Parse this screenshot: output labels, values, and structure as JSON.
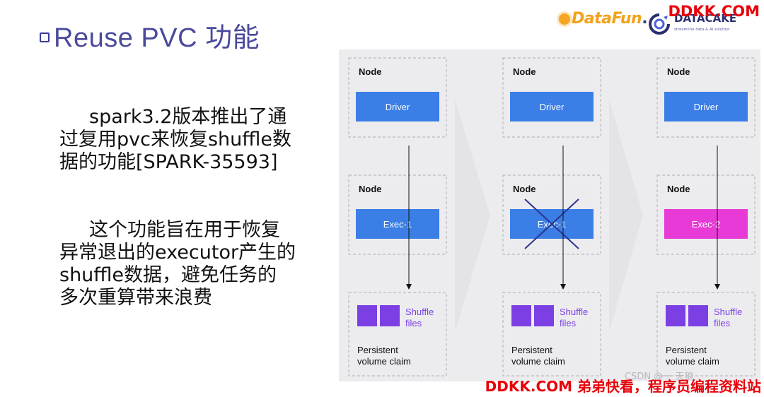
{
  "slide": {
    "title": "Reuse PVC 功能",
    "paragraph1_lines": [
      "spark3.2版本推出了通",
      "过复用pvc来恢复shuffle数",
      "据的功能[SPARK-35593]"
    ],
    "paragraph2_lines": [
      "这个功能旨在用于恢复",
      "异常退出的executor产生的",
      "shuffle数据，避免任务的",
      "多次重算带来浪费"
    ]
  },
  "logos": {
    "datafun": "DataFun",
    "datacake": "DATACAKE",
    "datacake_tagline": "streamline data & AI solution"
  },
  "watermarks": {
    "top": "DDKK.COM",
    "bottom": "DDKK.COM 弟弟快看，程序员编程资料站",
    "faint": "CSDN @一 天狼"
  },
  "diagram": {
    "node_label": "Node",
    "columns": [
      {
        "driver": "Driver",
        "executor": "Exec-1",
        "executor_color": "#3a7ee6",
        "executor_crossed": false
      },
      {
        "driver": "Driver",
        "executor": "Exec-1",
        "executor_color": "#3a7ee6",
        "executor_crossed": true
      },
      {
        "driver": "Driver",
        "executor": "Exec-2",
        "executor_color": "#e83ad6",
        "executor_crossed": false
      }
    ],
    "shuffle_label_line1": "Shuffle",
    "shuffle_label_line2": "files",
    "pvc_label_line1": "Persistent",
    "pvc_label_line2": "volume claim",
    "colors": {
      "driver": "#3a7ee6",
      "shuffle_block": "#7b3fe4",
      "shuffle_text": "#7b3fe4",
      "cross": "#2b3590",
      "panel_bg": "#ececef",
      "dashed_border": "#b9b9c0"
    }
  }
}
